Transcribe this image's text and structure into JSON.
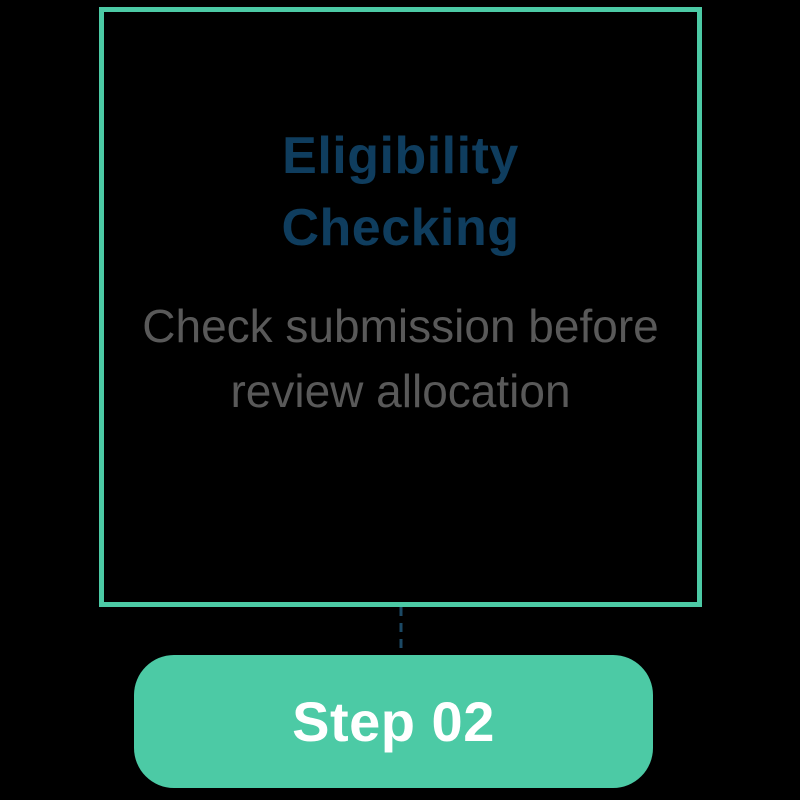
{
  "colors": {
    "background": "#000000",
    "teal": "#4CCAA5",
    "navy": "#0F3D5E",
    "gray": "#595959",
    "connector": "#1B4965",
    "pill_text": "#FFFFFF"
  },
  "card": {
    "title": "Eligibility\nChecking",
    "description": "Check submission before\nreview allocation"
  },
  "connector": {
    "style": "dashed"
  },
  "badge": {
    "label": "Step 02"
  }
}
